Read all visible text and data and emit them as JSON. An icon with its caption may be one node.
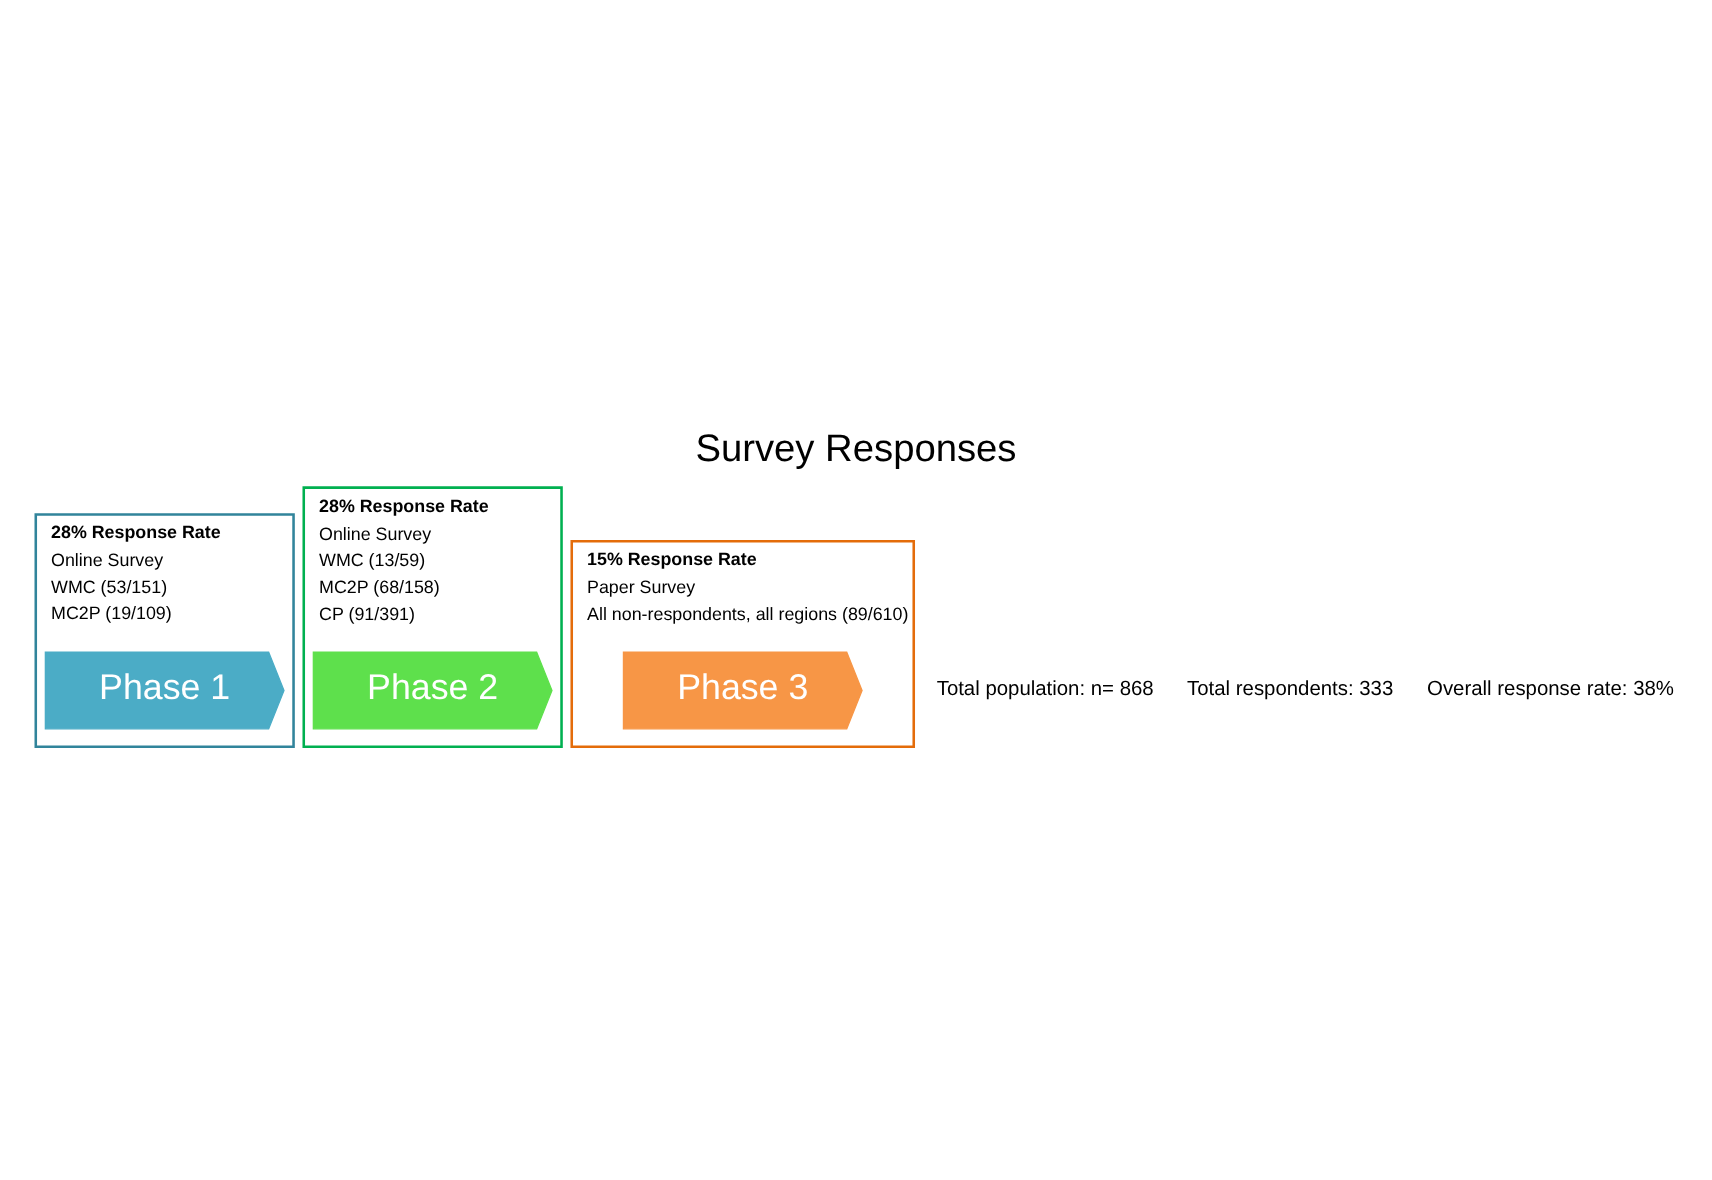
{
  "diagram": {
    "title": "Survey Responses",
    "nodes": [
      {
        "text": [
          "28% Response Rate",
          "Online Survey",
          "WMC (53/151)",
          "MC2P (19/109)"
        ]
      },
      {
        "text": [
          "Phase 1"
        ],
        "in": 0
      },
      {
        "text": [
          "28% Response Rate",
          "Online Survey",
          "WMC (13/59)",
          "MC2P (68/158)",
          "CP (91/391)"
        ]
      },
      {
        "text": [
          "Phase 2"
        ],
        "in": 2
      },
      {
        "text": [
          "15% Response Rate",
          "Paper Survey",
          "All non-respondents, all regions (89/610)"
        ]
      },
      {
        "text": [
          "Phase 3"
        ],
        "in": 4
      }
    ],
    "edges": [],
    "labels": [
      "Total population: n= 868",
      "Total respondents: 333",
      "Overall response rate: 38%"
    ]
  }
}
